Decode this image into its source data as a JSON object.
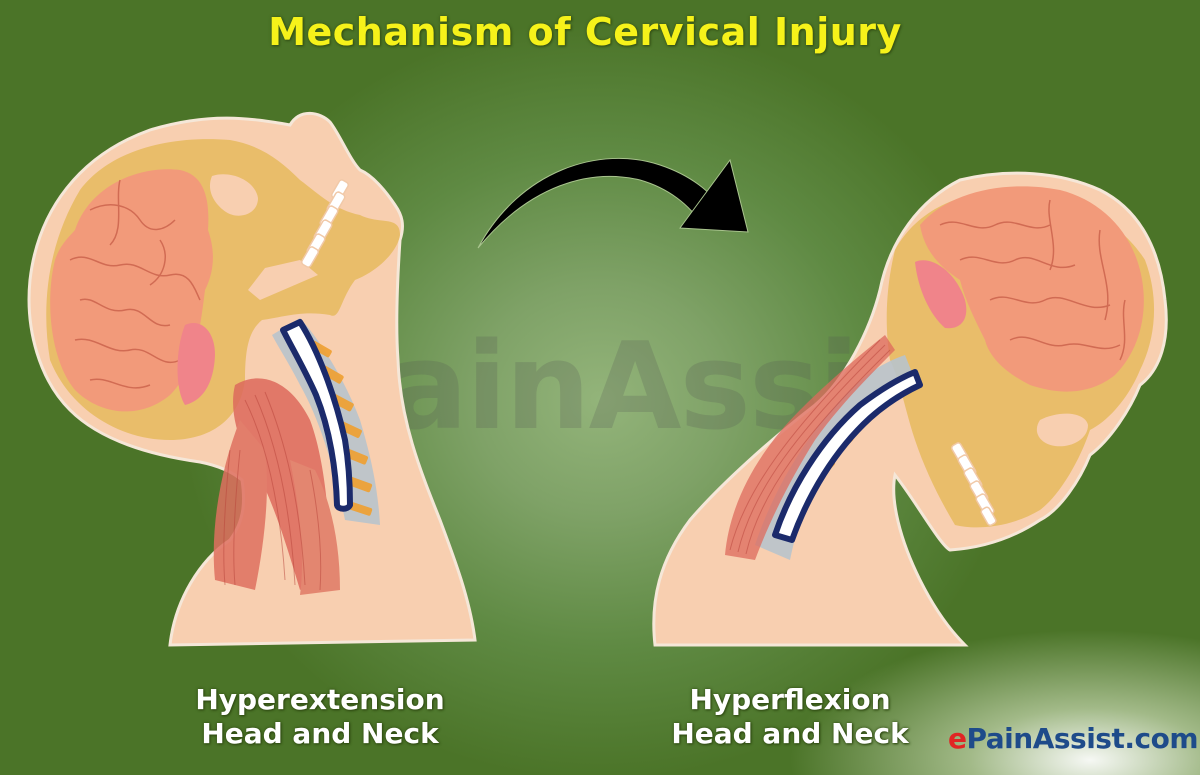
{
  "title": "Mechanism of Cervical Injury",
  "panels": [
    {
      "caption_line1": "Hyperextension",
      "caption_line2": "Head and Neck",
      "pose": "head tilted backward"
    },
    {
      "caption_line1": "Hyperflexion",
      "caption_line2": "Head and Neck",
      "pose": "head bent forward"
    }
  ],
  "arrow": {
    "direction": "curved-right",
    "meaning": "transition from hyperextension to hyperflexion"
  },
  "watermark": "ePainAssist",
  "logo": {
    "prefix": "e",
    "rest": "PainAssist.com"
  },
  "colors": {
    "background": "#4b7428",
    "title": "#f6f21a",
    "skin": "#f8cfb0",
    "skull": "#e9bd6a",
    "brain": "#f29a7a",
    "muscle": "#d9534a",
    "spinal_cord": "#1b2a6b",
    "logo_blue": "#1e4b8a",
    "logo_red": "#e02424"
  }
}
